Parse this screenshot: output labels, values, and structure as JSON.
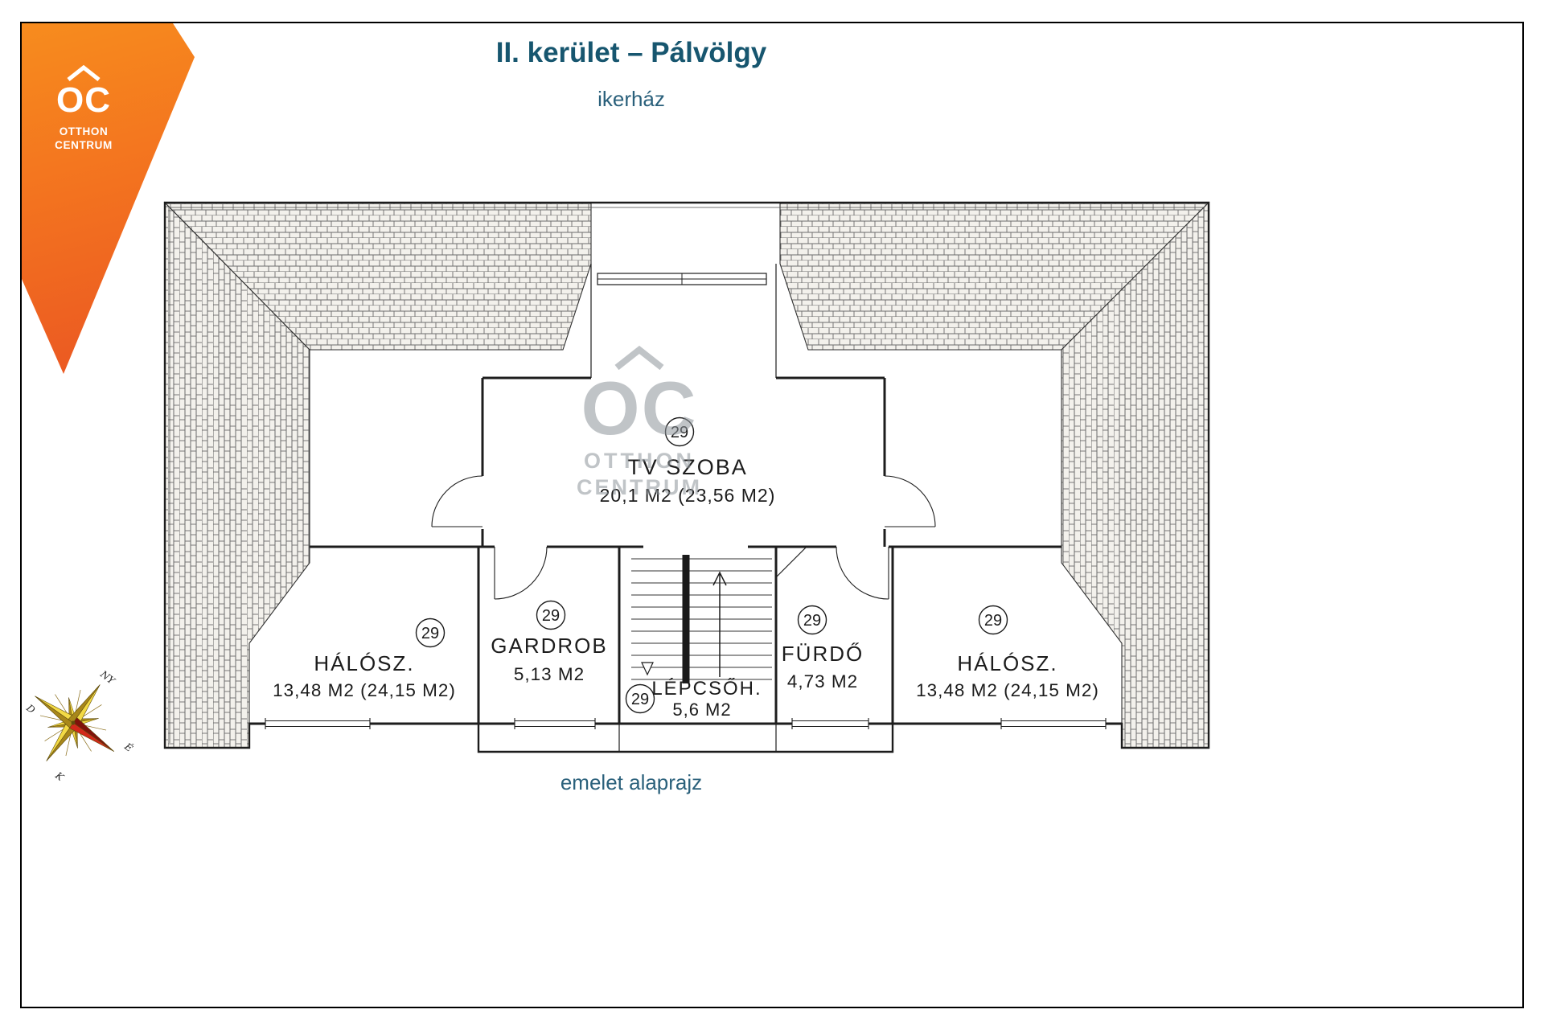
{
  "header": {
    "title": "II. kerület – Pálvölgy",
    "subtitle": "ikerház"
  },
  "footer": {
    "caption": "emelet alaprajz"
  },
  "logo": {
    "abbr": "OC",
    "name_line1": "OTTHON",
    "name_line2": "CENTRUM"
  },
  "watermark": {
    "abbr": "OC",
    "name_line1": "OTTHON",
    "name_line2": "CENTRUM"
  },
  "compass": {
    "ny": "NY",
    "d": "D",
    "e": "É",
    "k": "K"
  },
  "plan": {
    "rooms": {
      "tv_szoba": {
        "name": "TV SZOBA",
        "area": "20,1 M2 (23,56 M2)",
        "badge": "29"
      },
      "halosz_left": {
        "name": "HÁLÓSZ.",
        "area": "13,48 M2 (24,15 M2)",
        "badge": "29"
      },
      "gardrob": {
        "name": "GARDROB",
        "area": "5,13 M2",
        "badge": "29"
      },
      "lepcsohaz": {
        "name": "LÉPCSŐH.",
        "area": "5,6 M2",
        "badge": "29"
      },
      "furdo": {
        "name": "FÜRDŐ",
        "area": "4,73 M2",
        "badge": "29"
      },
      "halosz_right": {
        "name": "HÁLÓSZ.",
        "area": "13,48 M2 (24,15 M2)",
        "badge": "29"
      }
    }
  },
  "colors": {
    "accent_orange": "#f26a21",
    "heading_teal": "#17566f",
    "plan_ink": "#222222",
    "compass_gold": "#f3da45",
    "compass_red": "#d2291b"
  }
}
